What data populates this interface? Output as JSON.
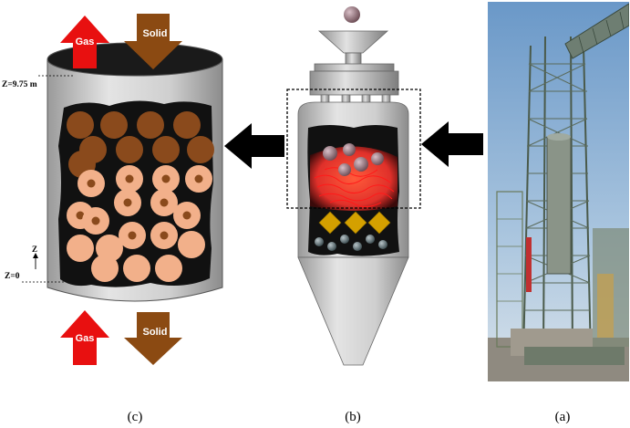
{
  "labels": {
    "gas": "Gas",
    "solid": "Solid",
    "z_top": "Z=9.75 m",
    "z_axis": "Z",
    "z_bottom": "Z=0"
  },
  "captions": {
    "c": "(c)",
    "b": "(b)",
    "a": "(a)"
  },
  "colors": {
    "gas_arrow": "#e81010",
    "solid_arrow": "#8b4a12",
    "pellet_ore": "#8a4a1c",
    "pellet_partial": "#f2b08a",
    "pellet_core": "#8a4a1c",
    "pellet_reduced": "#f2b08a",
    "bed_background": "#111111",
    "cylinder": "#cfcfcf",
    "heat_zone": "#e83a2a",
    "diamonds": "#d4a000",
    "flow_arrow": "#000000"
  }
}
